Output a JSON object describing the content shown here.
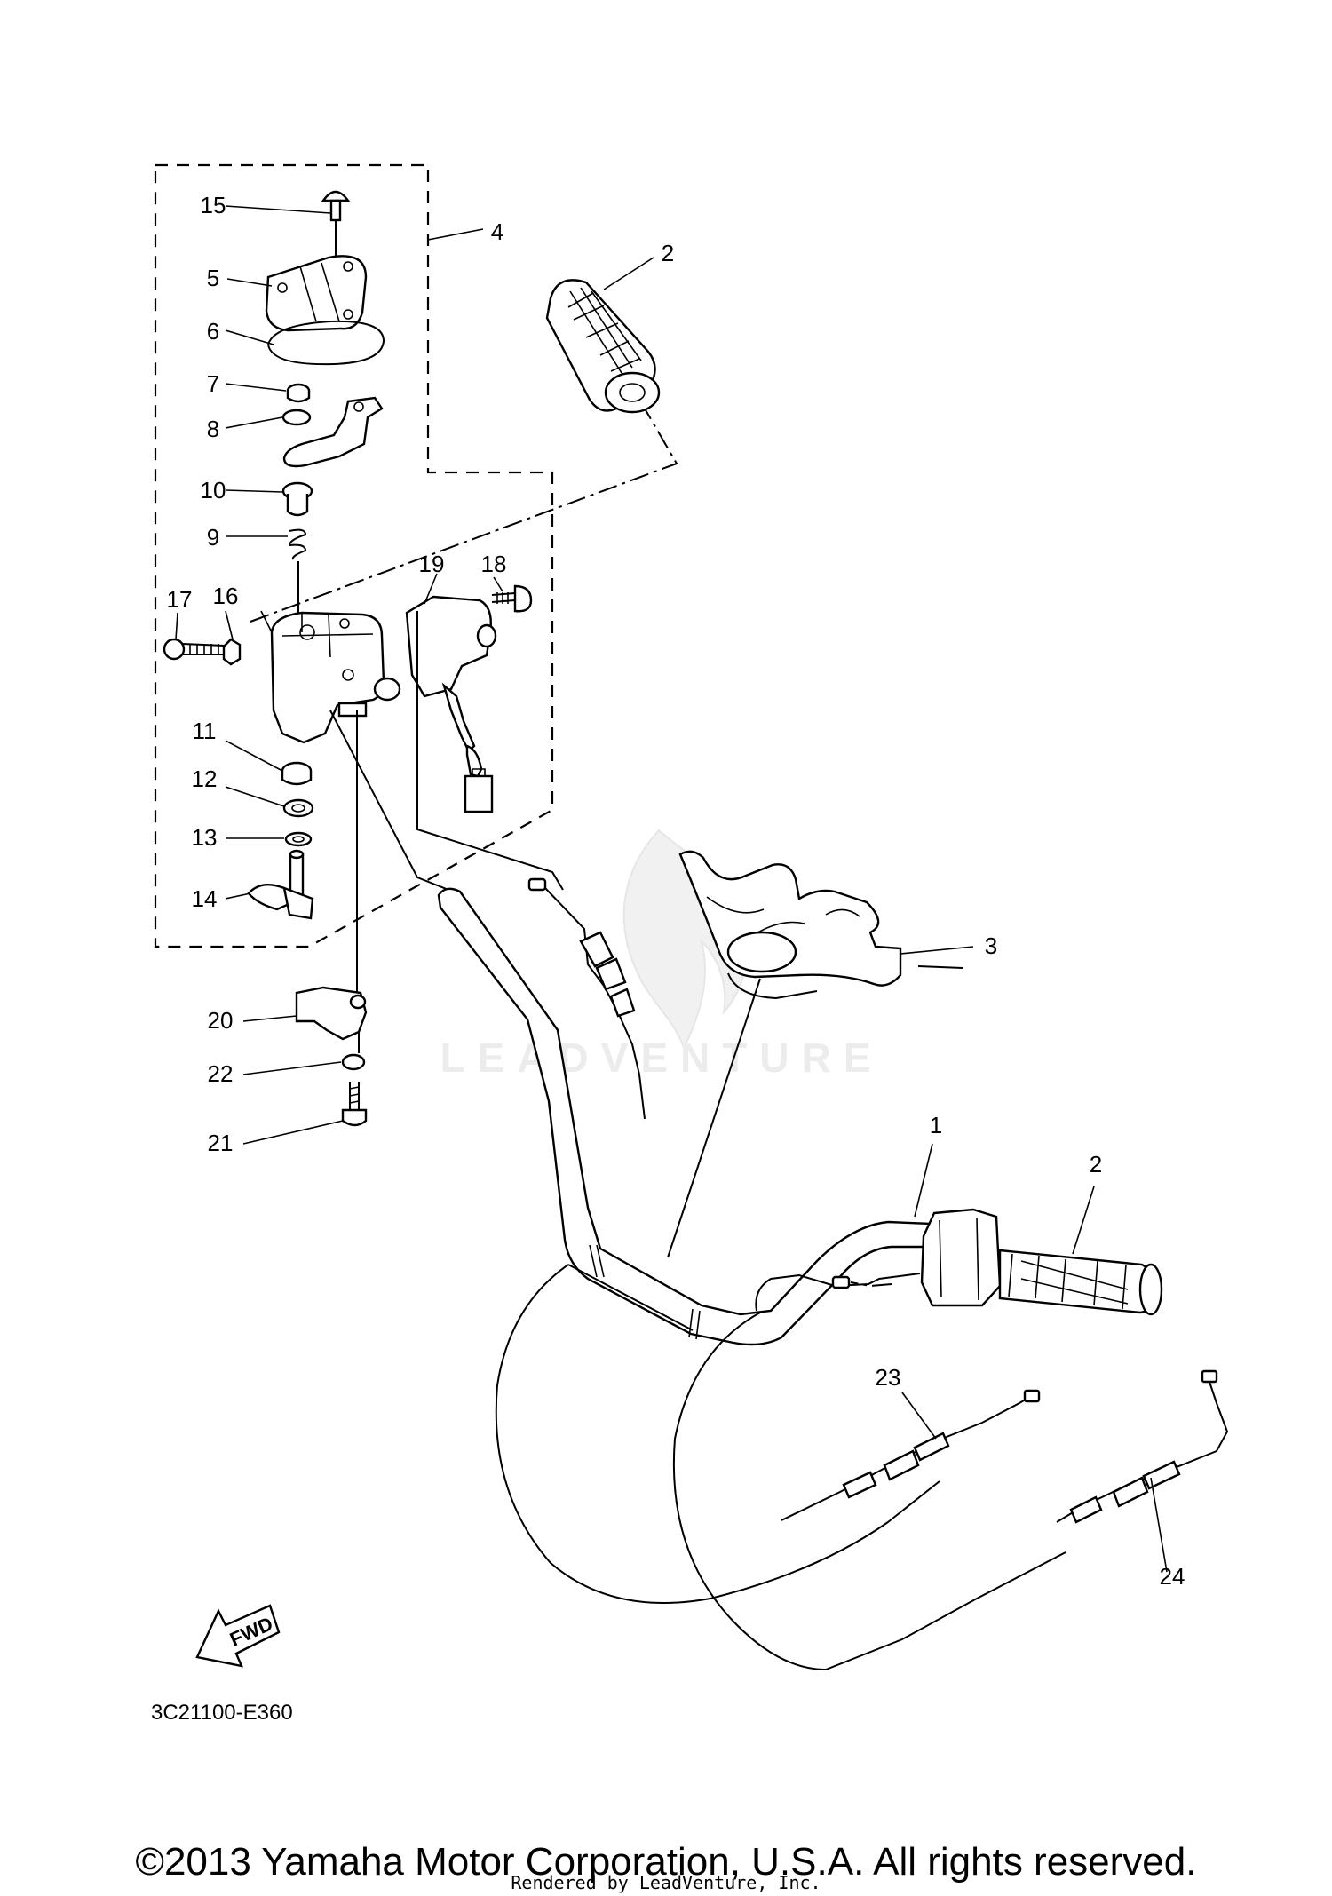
{
  "diagram": {
    "code": "3C21100-E360",
    "fwd_label": "FWD",
    "watermark": "LEADVENTURE",
    "callouts": {
      "c15": "15",
      "c4": "4",
      "c5": "5",
      "c6": "6",
      "c7": "7",
      "c8": "8",
      "c10": "10",
      "c9": "9",
      "c19": "19",
      "c18": "18",
      "c17": "17",
      "c16": "16",
      "c11": "11",
      "c12": "12",
      "c13": "13",
      "c14": "14",
      "c20": "20",
      "c22": "22",
      "c21": "21",
      "c2a": "2",
      "c2b": "2",
      "c3": "3",
      "c1": "1",
      "c23": "23",
      "c24": "24"
    }
  },
  "footer": {
    "copyright": "©2013 Yamaha Motor Corporation, U.S.A. All rights reserved.",
    "rendered_by": "Rendered by LeadVenture, Inc."
  },
  "icons": [
    "fwd-arrow-icon",
    "leadventure-logo-icon"
  ]
}
